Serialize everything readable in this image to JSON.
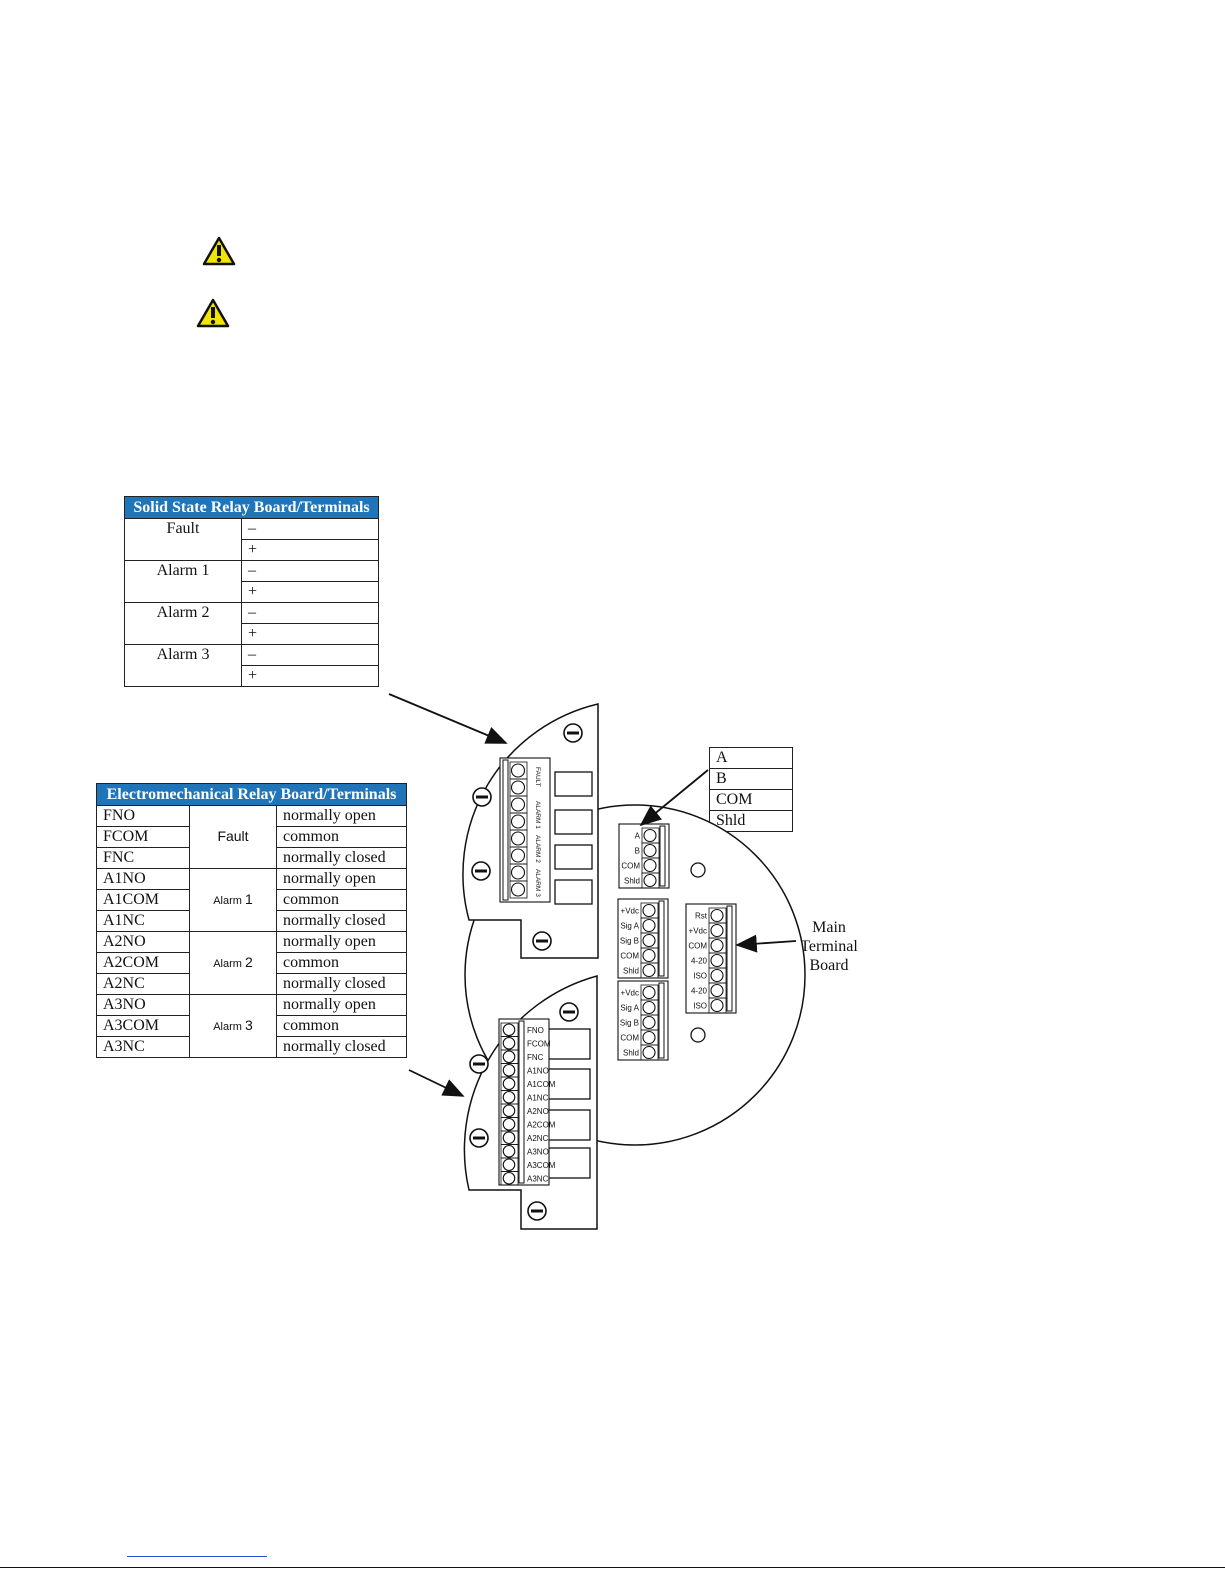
{
  "solid_state_table": {
    "title": "Solid State Relay Board/Terminals",
    "rows": [
      {
        "group": "Fault",
        "terminals": [
          "–",
          "+"
        ]
      },
      {
        "group": "Alarm 1",
        "terminals": [
          "–",
          "+"
        ]
      },
      {
        "group": "Alarm 2",
        "terminals": [
          "–",
          "+"
        ]
      },
      {
        "group": "Alarm 3",
        "terminals": [
          "–",
          "+"
        ]
      }
    ]
  },
  "electromech_table": {
    "title": "Electromechanical Relay Board/Terminals",
    "groups": [
      {
        "label": "Fault",
        "rows": [
          [
            "FNO",
            "normally open"
          ],
          [
            "FCOM",
            "common"
          ],
          [
            "FNC",
            "normally closed"
          ]
        ]
      },
      {
        "label": "Alarm",
        "num": "1",
        "rows": [
          [
            "A1NO",
            "normally open"
          ],
          [
            "A1COM",
            "common"
          ],
          [
            "A1NC",
            "normally closed"
          ]
        ]
      },
      {
        "label": "Alarm",
        "num": "2",
        "rows": [
          [
            "A2NO",
            "normally open"
          ],
          [
            "A2COM",
            "common"
          ],
          [
            "A2NC",
            "normally closed"
          ]
        ]
      },
      {
        "label": "Alarm",
        "num": "3",
        "rows": [
          [
            "A3NO",
            "normally open"
          ],
          [
            "A3COM",
            "common"
          ],
          [
            "A3NC",
            "normally closed"
          ]
        ]
      }
    ]
  },
  "comm_table": {
    "rows": [
      "A",
      "B",
      "COM",
      "Shld"
    ]
  },
  "main_board_label": [
    "Main",
    "Terminal",
    "Board"
  ],
  "ss_board_pins": [
    "FAULT",
    "ALARM 1",
    "ALARM 2",
    "ALARM 3"
  ],
  "em_board_pins": [
    "FNO",
    "FCOM",
    "FNC",
    "A1NO",
    "A1COM",
    "A1NC",
    "A2NO",
    "A2COM",
    "A2NC",
    "A3NO",
    "A3COM",
    "A3NC"
  ],
  "comm_pins": [
    "A",
    "B",
    "COM",
    "Shld"
  ],
  "sensor1_pins": [
    "+Vdc",
    "Sig A",
    "Sig B",
    "COM",
    "Shld"
  ],
  "sensor2_pins": [
    "+Vdc",
    "Sig A",
    "Sig B",
    "COM",
    "Shld"
  ],
  "main_pins": [
    "Rst",
    "+Vdc",
    "COM",
    "4-20",
    "ISO",
    "4-20",
    "ISO"
  ],
  "colors": {
    "header_blue": "#1f75b8",
    "warning_yellow": "#f2e600",
    "link_blue": "#2a4fd6"
  }
}
